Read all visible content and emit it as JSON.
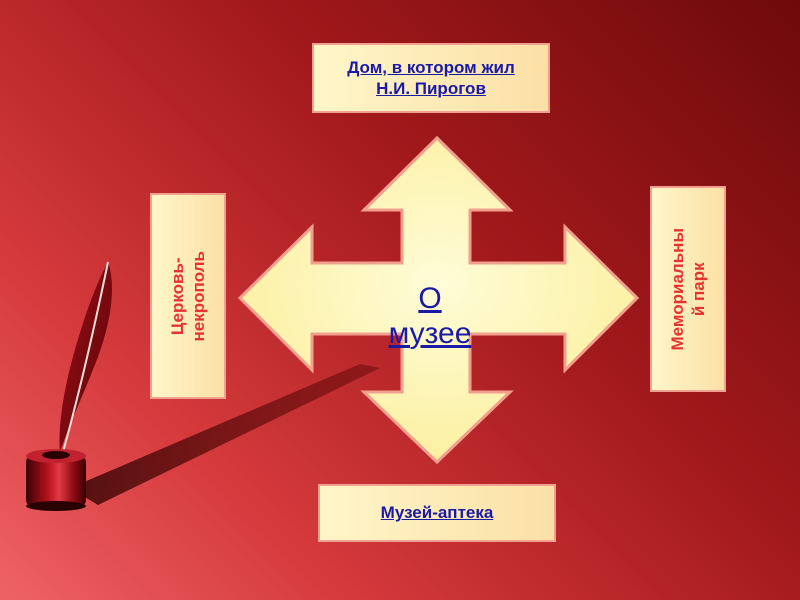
{
  "slide": {
    "center_link": "О\nмузее",
    "top_box": "Дом, в котором жил\nН.И. Пирогов",
    "bottom_box": "Музей-аптека",
    "left_box": "Церковь-\nнекрополь",
    "right_box": "Мемориальны\nй парк"
  },
  "icons": {
    "inkwell": "inkwell-with-quill-icon",
    "cross": "four-way-arrow-shape"
  },
  "colors": {
    "background_dark": "#6e0a0a",
    "background_light": "#ee6266",
    "arrow_fill": "#fff8b0",
    "arrow_border": "#f2a08e",
    "link_blue": "#1a1aa6",
    "vertical_text_red": "#e43331"
  }
}
